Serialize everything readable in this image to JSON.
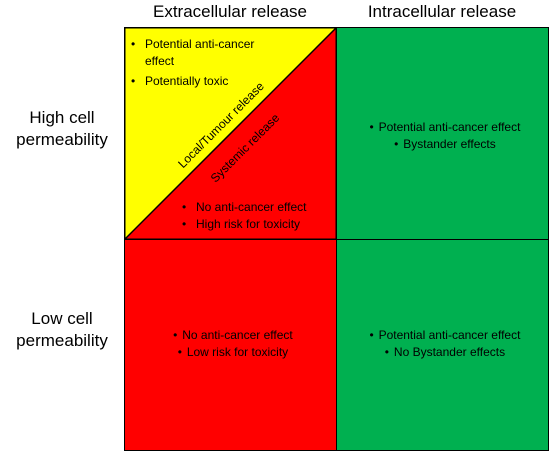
{
  "columns": {
    "extracellular": "Extracellular release",
    "intracellular": "Intracellular release"
  },
  "rows": {
    "high": [
      "High cell",
      "permeability"
    ],
    "low": [
      "Low cell",
      "permeability"
    ]
  },
  "cells": {
    "top_left_yellow": [
      "Potential anti-cancer",
      "effect",
      "Potentially toxic"
    ],
    "top_left_red": [
      "No anti-cancer effect",
      "High risk for toxicity"
    ],
    "top_right": [
      "Potential anti-cancer effect",
      "Bystander effects"
    ],
    "bottom_left": [
      "No anti-cancer effect",
      "Low risk for toxicity"
    ],
    "bottom_right": [
      "Potential anti-cancer effect",
      "No Bystander effects"
    ]
  },
  "diagonal": {
    "local": "Local/Tumour release",
    "systemic": "Systemic release"
  },
  "bullet_char": "•",
  "colors": {
    "yellow": "#ffff00",
    "red": "#ff0000",
    "green": "#00b050",
    "border": "#000000"
  }
}
